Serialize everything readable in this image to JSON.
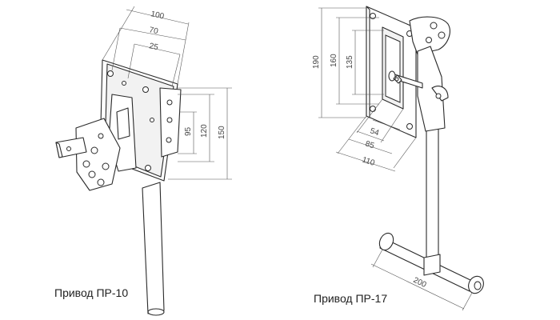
{
  "drive_pr10": {
    "caption": "Привод ПР-10",
    "dimensions": {
      "d100": "100",
      "d70": "70",
      "d25": "25",
      "d95": "95",
      "d120": "120",
      "d150": "150"
    }
  },
  "drive_pr17": {
    "caption": "Привод ПР-17",
    "dimensions": {
      "d190": "190",
      "d160": "160",
      "d135": "135",
      "d54": "54",
      "d85": "85",
      "d110": "110",
      "d200": "200"
    }
  }
}
